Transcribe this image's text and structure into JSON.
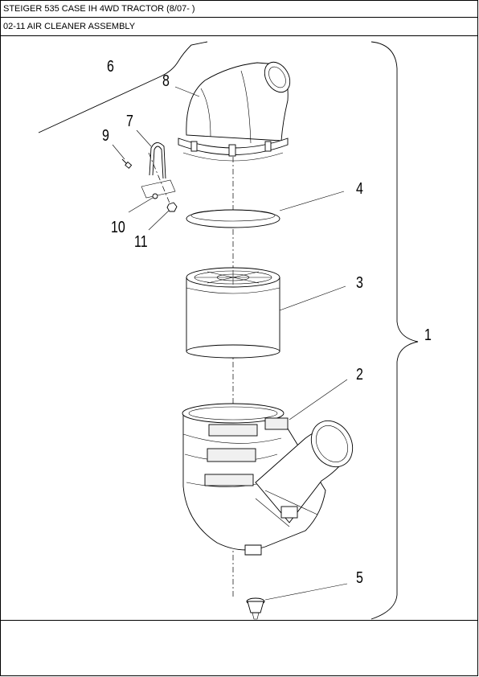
{
  "header": {
    "model": "STEIGER 535 CASE IH 4WD TRACTOR (8/07- )",
    "section": "02-11 AIR CLEANER ASSEMBLY"
  },
  "callouts": {
    "c1": "1",
    "c2": "2",
    "c3": "3",
    "c4": "4",
    "c5": "5",
    "c6": "6",
    "c7": "7",
    "c8": "8",
    "c9": "9",
    "c10": "10",
    "c11": "11"
  }
}
